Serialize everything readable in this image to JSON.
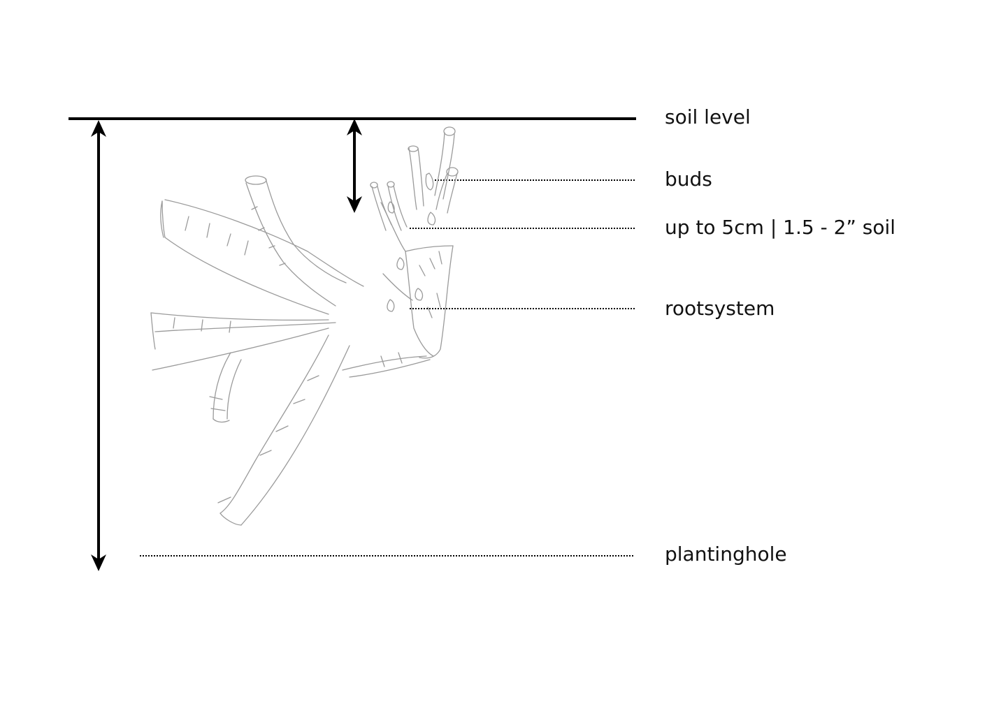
{
  "labels": {
    "soil_level": "soil level",
    "buds": "buds",
    "depth": "up to 5cm | 1.5 - 2” soil",
    "rootsystem": "rootsystem",
    "plantinghole": "plantinghole"
  },
  "colors": {
    "line": "#000000",
    "sketch": "#9a9a9a",
    "text": "#111111"
  }
}
